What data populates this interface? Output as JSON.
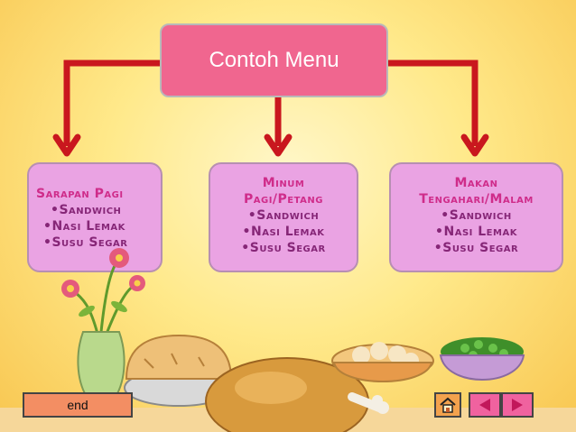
{
  "title": "Contoh Menu",
  "cards": [
    {
      "title": "Sarapan Pagi",
      "items": [
        "•Sandwich",
        "•Nasi Lemak",
        "•Susu Segar"
      ]
    },
    {
      "title_lines": [
        "Minum",
        "Pagi/Petang"
      ],
      "items": [
        "•Sandwich",
        "•Nasi Lemak",
        "•Susu Segar"
      ]
    },
    {
      "title_lines": [
        "Makan",
        "Tengahari/Malam"
      ],
      "items": [
        "•Sandwich",
        "•Nasi Lemak",
        "•Susu Segar"
      ]
    }
  ],
  "nav": {
    "end_label": "end",
    "home_icon": "home-icon",
    "prev_icon": "triangle-left-icon",
    "next_icon": "triangle-right-icon"
  },
  "colors": {
    "title_box": "#f0668f",
    "arrow": "#c9171e",
    "card_fill": "#eaa3e3",
    "card_title": "#cf2c8a",
    "card_item": "#862677",
    "end_button": "#f38e63",
    "nav_button": "#f0629f"
  }
}
